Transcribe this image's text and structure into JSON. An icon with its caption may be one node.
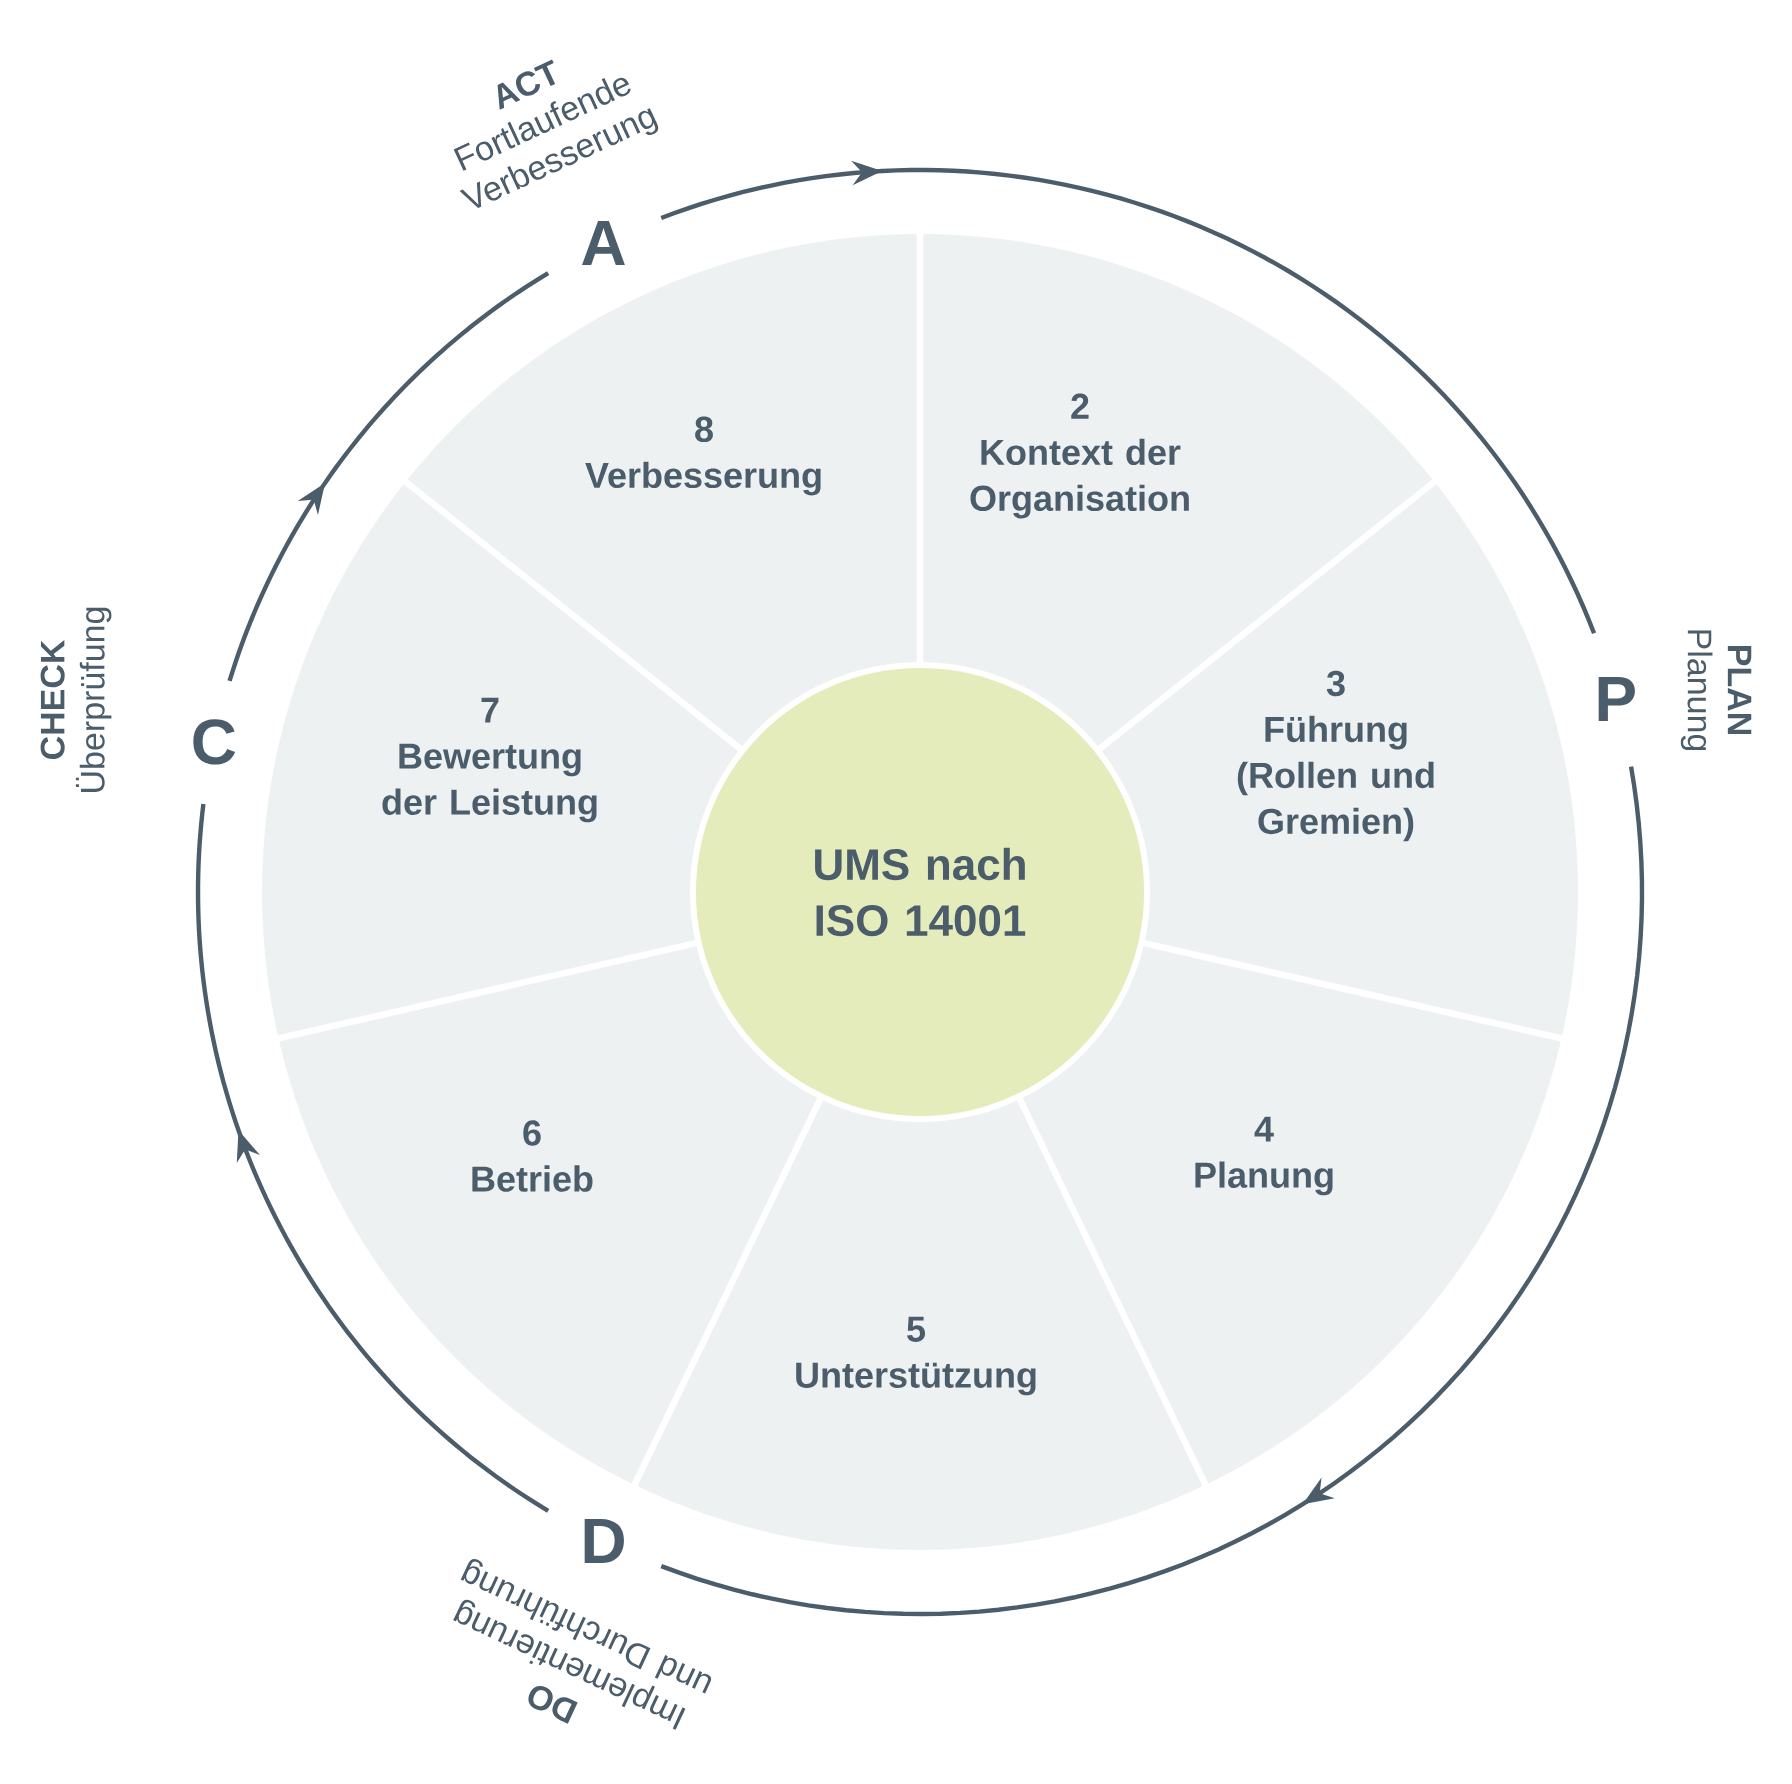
{
  "diagram": {
    "nodes": [
      {
        "text": [
          "UMS nach ISO 14001"
        ]
      },
      {
        "text": [
          "2",
          "Kontext der Organisation"
        ]
      },
      {
        "text": [
          "3",
          "Führung (Rollen und Gremien)"
        ]
      },
      {
        "text": [
          "4",
          "Planung"
        ]
      },
      {
        "text": [
          "5",
          "Unterstützung"
        ]
      },
      {
        "text": [
          "6",
          "Betrieb"
        ]
      },
      {
        "text": [
          "7",
          "Bewertung der Leistung"
        ]
      },
      {
        "text": [
          "8",
          "Verbesserung"
        ]
      },
      {
        "text": [
          "P"
        ],
        "beside": [
          "PLAN",
          "Planung"
        ]
      },
      {
        "text": [
          "D"
        ],
        "beside": [
          "DO",
          "Implementierung und Durchführung"
        ]
      },
      {
        "text": [
          "C"
        ],
        "beside": [
          "CHECK",
          "Überprüfung"
        ]
      },
      {
        "text": [
          "A"
        ],
        "beside": [
          "ACT",
          "Fortlaufende Verbesserung"
        ]
      }
    ],
    "edges": [
      {
        "from": 11,
        "to": 8,
        "arrow": "to"
      },
      {
        "from": 8,
        "to": 9,
        "arrow": "to"
      },
      {
        "from": 9,
        "to": 10,
        "arrow": "to"
      },
      {
        "from": 10,
        "to": 11,
        "arrow": "to"
      }
    ]
  }
}
